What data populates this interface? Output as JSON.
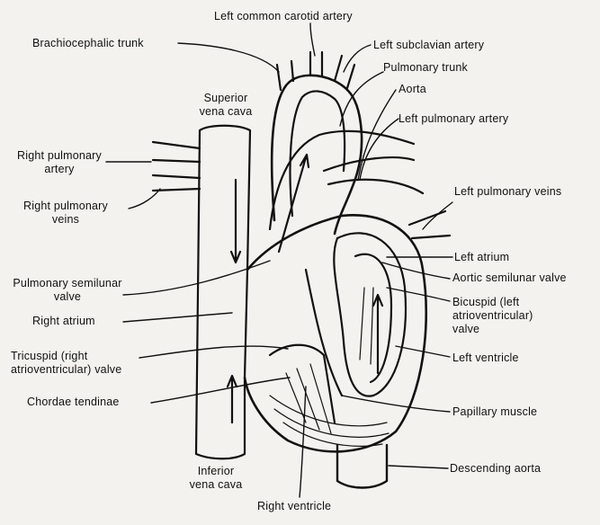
{
  "labels": {
    "left_common_carotid": "Left common carotid artery",
    "brachiocephalic": "Brachiocephalic trunk",
    "left_subclavian": "Left subclavian artery",
    "pulmonary_trunk": "Pulmonary trunk",
    "aorta": "Aorta",
    "superior_vena_cava": [
      "Superior",
      "vena cava"
    ],
    "left_pulmonary_artery": "Left pulmonary artery",
    "right_pulmonary_artery": [
      "Right pulmonary",
      "artery"
    ],
    "right_pulmonary_veins": [
      "Right pulmonary",
      "veins"
    ],
    "left_pulmonary_veins": "Left pulmonary veins",
    "left_atrium": "Left atrium",
    "aortic_semilunar_valve": "Aortic semilunar valve",
    "pulmonary_semilunar_valve": [
      "Pulmonary semilunar",
      "valve"
    ],
    "bicuspid_valve": [
      "Bicuspid (left",
      "atrioventricular)",
      "valve"
    ],
    "right_atrium": "Right atrium",
    "tricuspid_valve": [
      "Tricuspid (right",
      "atrioventricular) valve"
    ],
    "left_ventricle": "Left ventricle",
    "chordae_tendinae": "Chordae tendinae",
    "papillary_muscle": "Papillary muscle",
    "descending_aorta": "Descending aorta",
    "inferior_vena_cava": [
      "Inferior",
      "vena cava"
    ],
    "right_ventricle": "Right ventricle"
  },
  "colors": {
    "ink": "#111111",
    "paper": "#f3f2ee"
  }
}
